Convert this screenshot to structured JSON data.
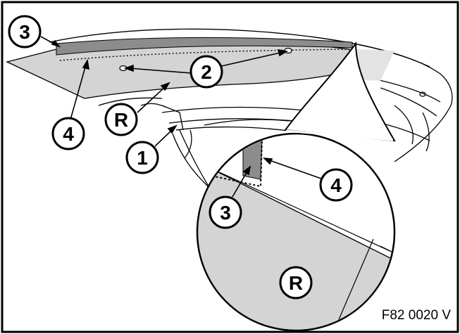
{
  "figure": {
    "code": "F82 0020 V",
    "callouts": {
      "c1": "1",
      "c2": "2",
      "c3_main": "3",
      "c3_detail": "3",
      "c4_main": "4",
      "c4_detail": "4",
      "r_main": "R",
      "r_detail": "R"
    }
  }
}
